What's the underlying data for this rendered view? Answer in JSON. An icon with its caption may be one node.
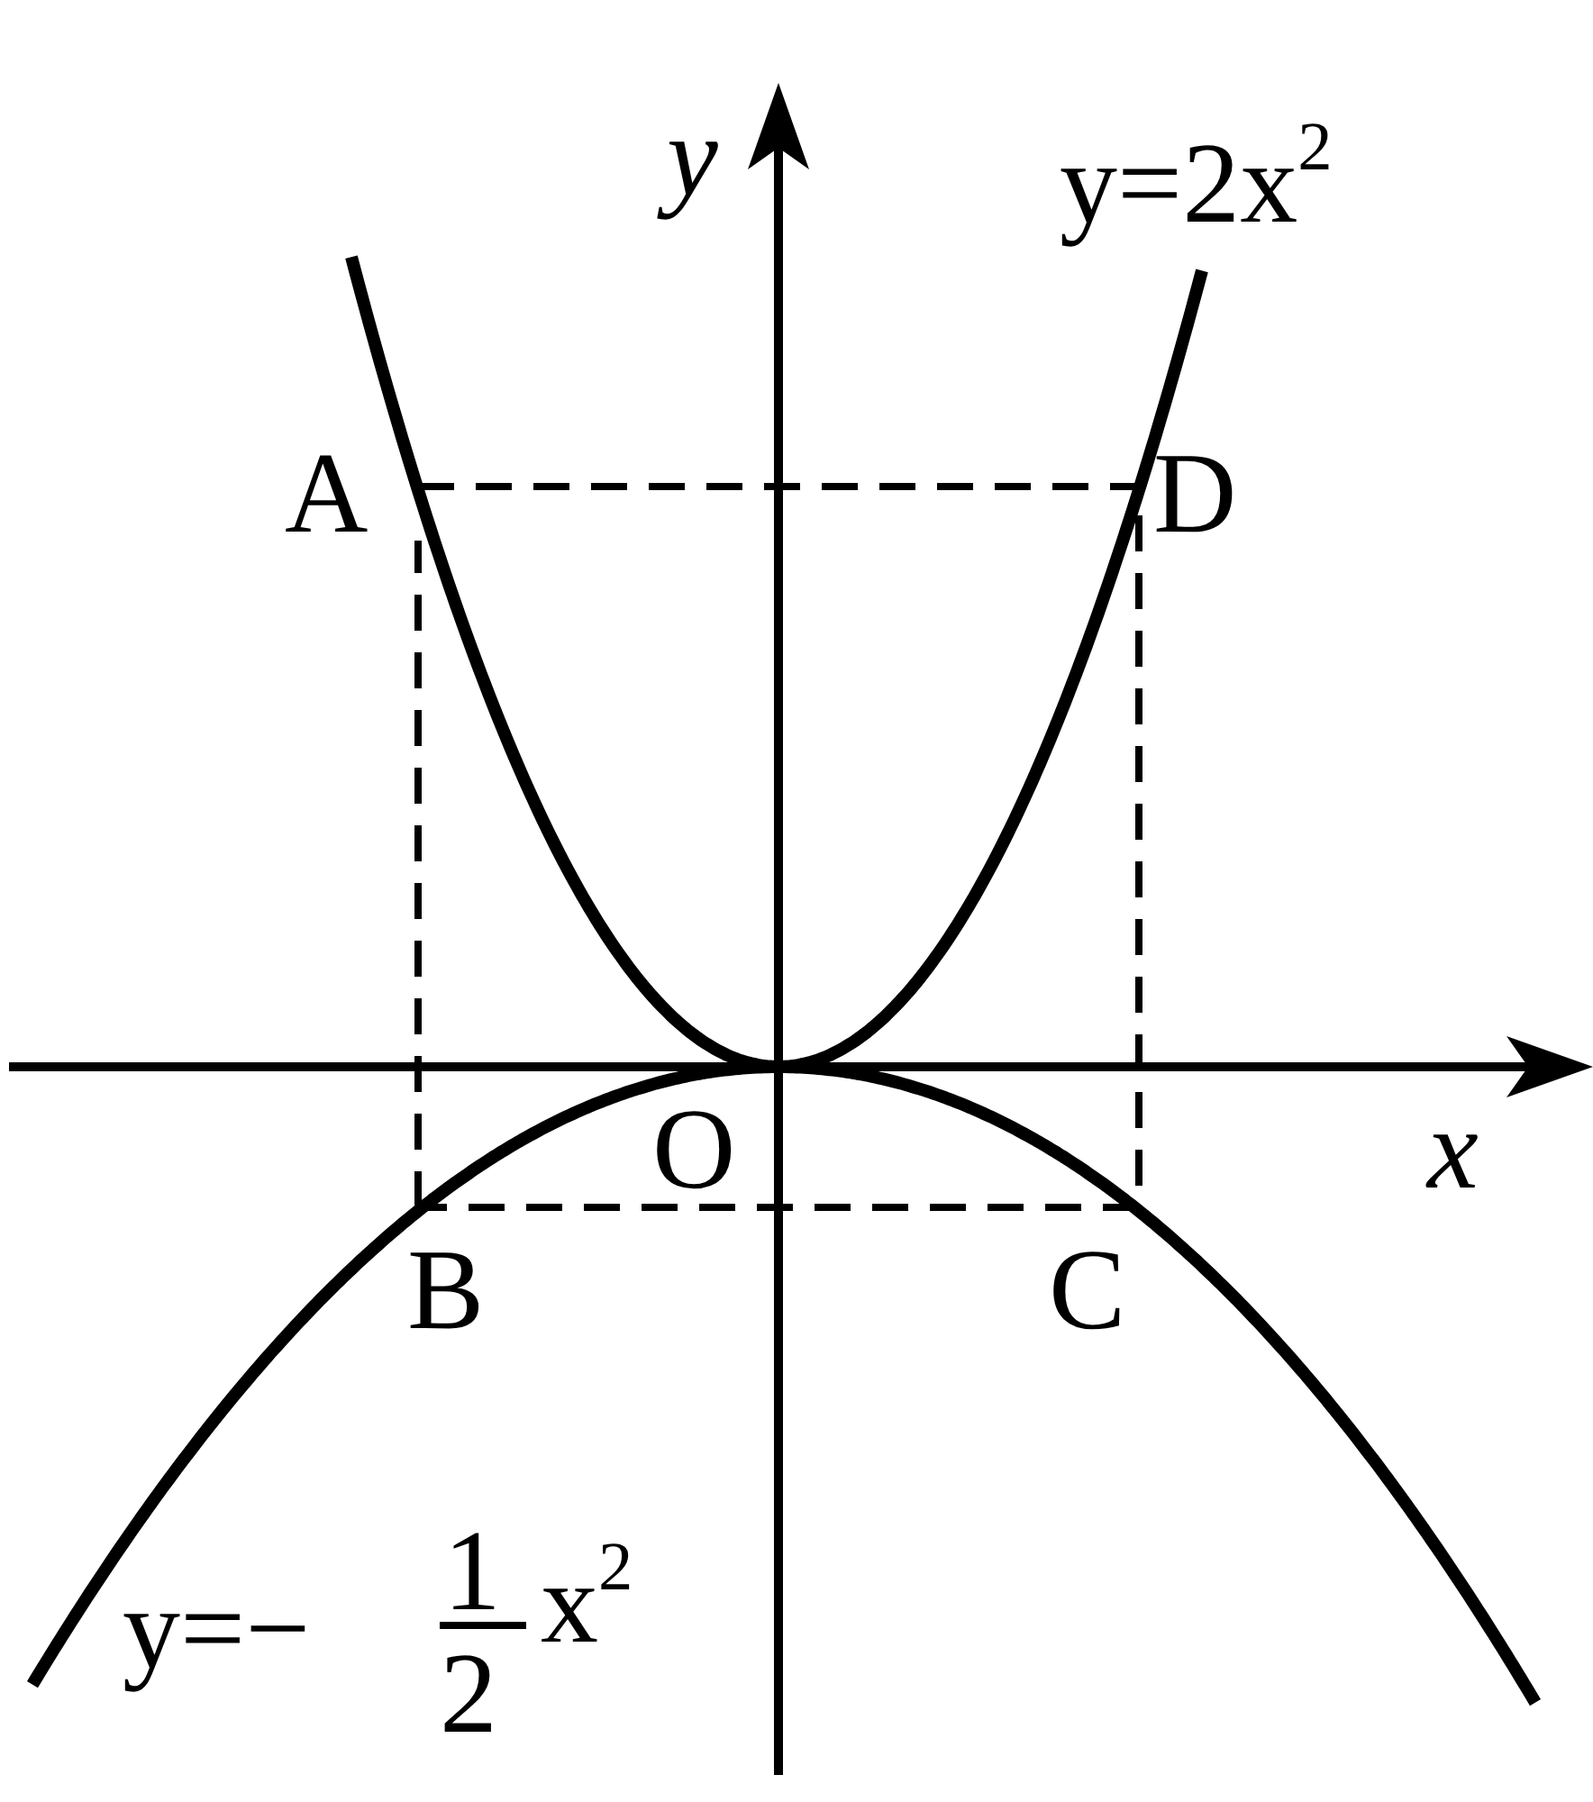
{
  "diagram": {
    "labels": [
      "y",
      "y=2x$^{2}$",
      "A",
      "D",
      "O",
      "x",
      "B",
      "C",
      "y=−",
      "1",
      "2",
      "x$^{2}$"
    ]
  }
}
